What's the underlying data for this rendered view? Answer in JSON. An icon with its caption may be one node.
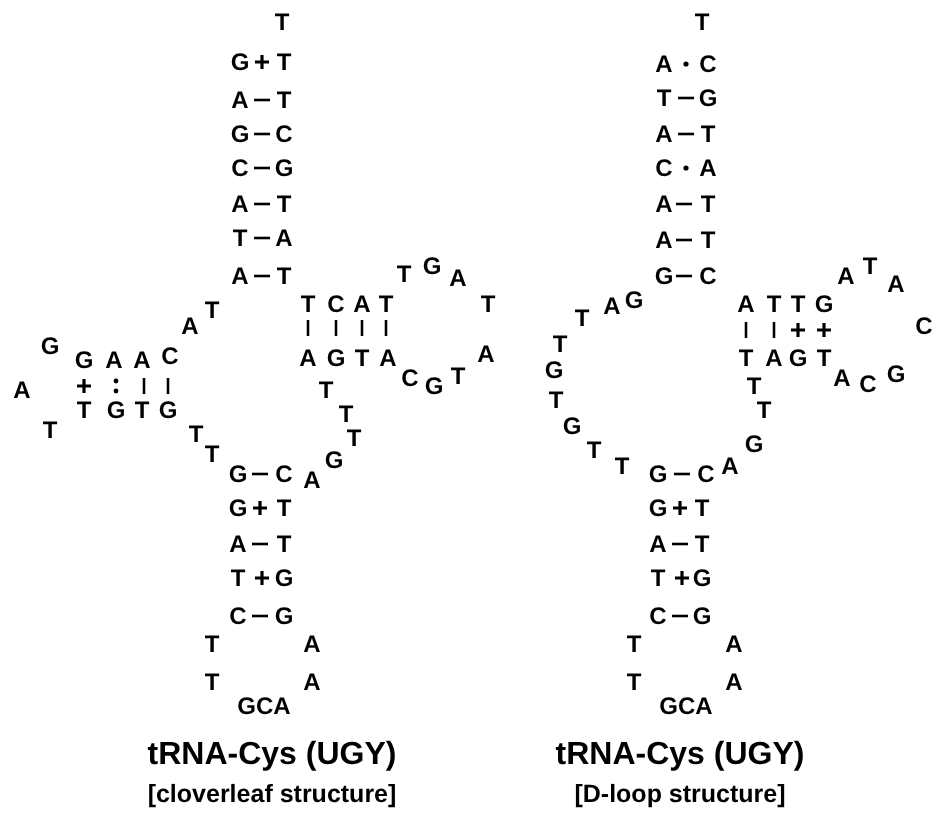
{
  "diagram": {
    "labels": [
      "T",
      "G",
      "T",
      "A",
      "T",
      "G",
      "C",
      "C",
      "G",
      "A",
      "T",
      "T",
      "A",
      "A",
      "T",
      "T",
      "A",
      "G",
      "G",
      "A",
      "A",
      "C",
      "A",
      "T",
      "G",
      "T",
      "G",
      "T",
      "T",
      "T",
      "T",
      "G",
      "A",
      "T",
      "C",
      "A",
      "T",
      "T",
      "A",
      "G",
      "T",
      "A",
      "A",
      "C",
      "G",
      "T",
      "T",
      "T",
      "T",
      "G",
      "G",
      "C",
      "A",
      "G",
      "T",
      "A",
      "T",
      "T",
      "G",
      "C",
      "G",
      "T",
      "A",
      "T",
      "A",
      "GCA",
      "tRNA-Cys (UGY)",
      "[cloverleaf structure]",
      "T",
      "A",
      "C",
      "T",
      "G",
      "A",
      "T",
      "C",
      "A",
      "A",
      "T",
      "A",
      "T",
      "G",
      "C",
      "T",
      "A",
      "A",
      "T",
      "A",
      "G",
      "A",
      "T",
      "T",
      "G",
      "C",
      "T",
      "T",
      "A",
      "G",
      "T",
      "G",
      "T",
      "A",
      "C",
      "G",
      "T",
      "T",
      "G",
      "T",
      "G",
      "T",
      "A",
      "G",
      "C",
      "G",
      "T",
      "A",
      "T",
      "T",
      "G",
      "C",
      "G",
      "T",
      "A",
      "T",
      "A",
      "GCA",
      "tRNA-Cys (UGY)",
      "[D-loop structure]"
    ]
  }
}
